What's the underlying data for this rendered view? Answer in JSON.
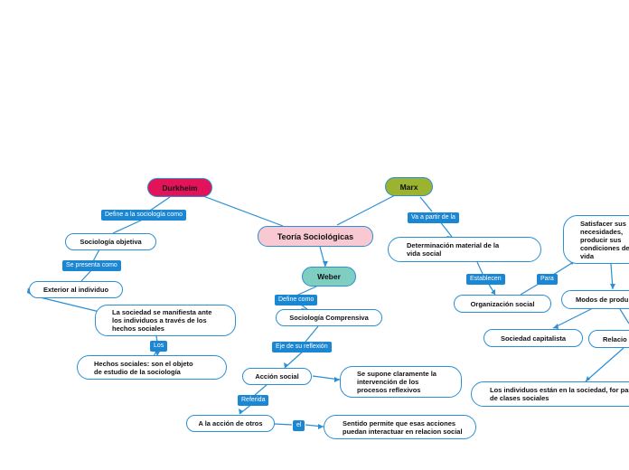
{
  "colors": {
    "line": "#2a8fd4",
    "label_bg": "#1b86d2",
    "durkheim": "#e3135a",
    "marx": "#9bb32e",
    "weber": "#7ecfc2",
    "center": "#f9c9d3"
  },
  "center": {
    "title": "Teoría Sociológicas"
  },
  "authors": {
    "durkheim": "Durkheim",
    "marx": "Marx",
    "weber": "Weber"
  },
  "durkheim": {
    "link1": "Define a la sociología como",
    "node1": "Sociología objetiva",
    "link2": "Se presenta como",
    "node2": "Exterior al individuo",
    "node3": "La sociedad se manifiesta ante los individuos a través de los hechos sociales",
    "link3": "Los",
    "node4": "Hechos sociales: son el objeto de estudio de la sociología"
  },
  "weber": {
    "link1": "Define como",
    "node1": "Sociología Comprensiva",
    "link2": "Eje de su reflexión",
    "node2": "Acción social",
    "node3": "Se supone claramente la intervención de los procesos reflexivos",
    "link3": "Referida",
    "node4": "A la acción de otros",
    "link4": "el",
    "node5": "Sentido permite que esas acciones puedan interactuar en relacion social"
  },
  "marx": {
    "link1": "Va a partir de la",
    "node1": "Determinación material de la vida social",
    "link2": "Establecen",
    "node2": "Organización social",
    "link3": "Para",
    "node3": "Satisfacer sus necesidades, producir sus condiciones de vida",
    "node4": "Modos de produ",
    "node5": "Sociedad capitalista",
    "node6": "Relacio",
    "node7": "Los individuos están en la sociedad, for parte de clases sociales"
  }
}
